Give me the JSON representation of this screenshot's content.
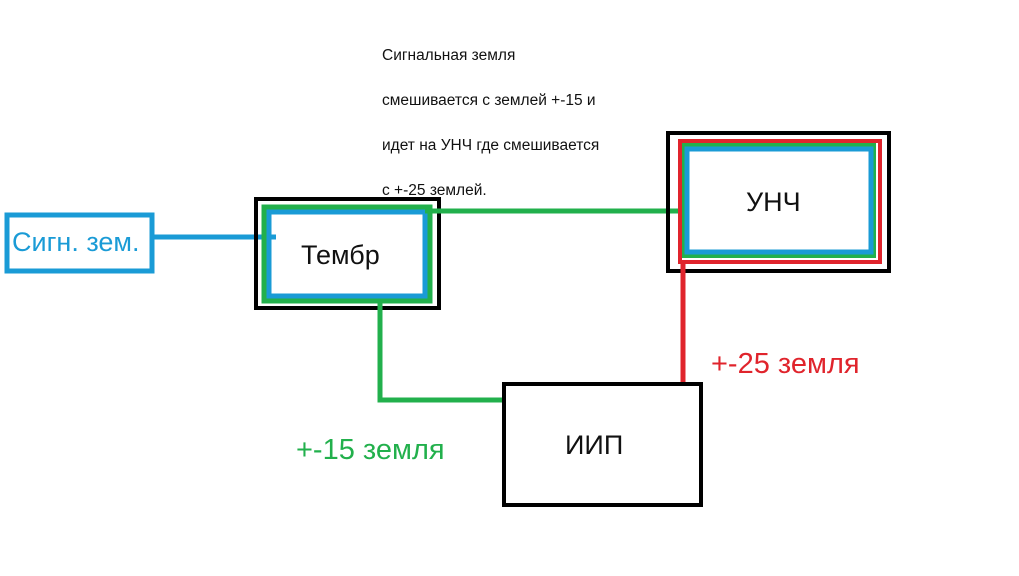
{
  "note": {
    "lines": [
      "Сигнальная земля",
      "смешивается с землей +-15 и",
      "идет на УНЧ где смешивается",
      "с +-25 землей."
    ]
  },
  "blocks": {
    "signal_ground": "Сигн. зем.",
    "timbre": "Тембр",
    "amplifier": "УНЧ",
    "power_supply": "ИИП"
  },
  "wire_labels": {
    "ground_25": "+-25 земля",
    "ground_15": "+-15 земля"
  },
  "colors": {
    "signal_ground": "#1a9bd6",
    "ground_15": "#22b04c",
    "ground_25": "#e0242c",
    "frame": "#000000"
  }
}
